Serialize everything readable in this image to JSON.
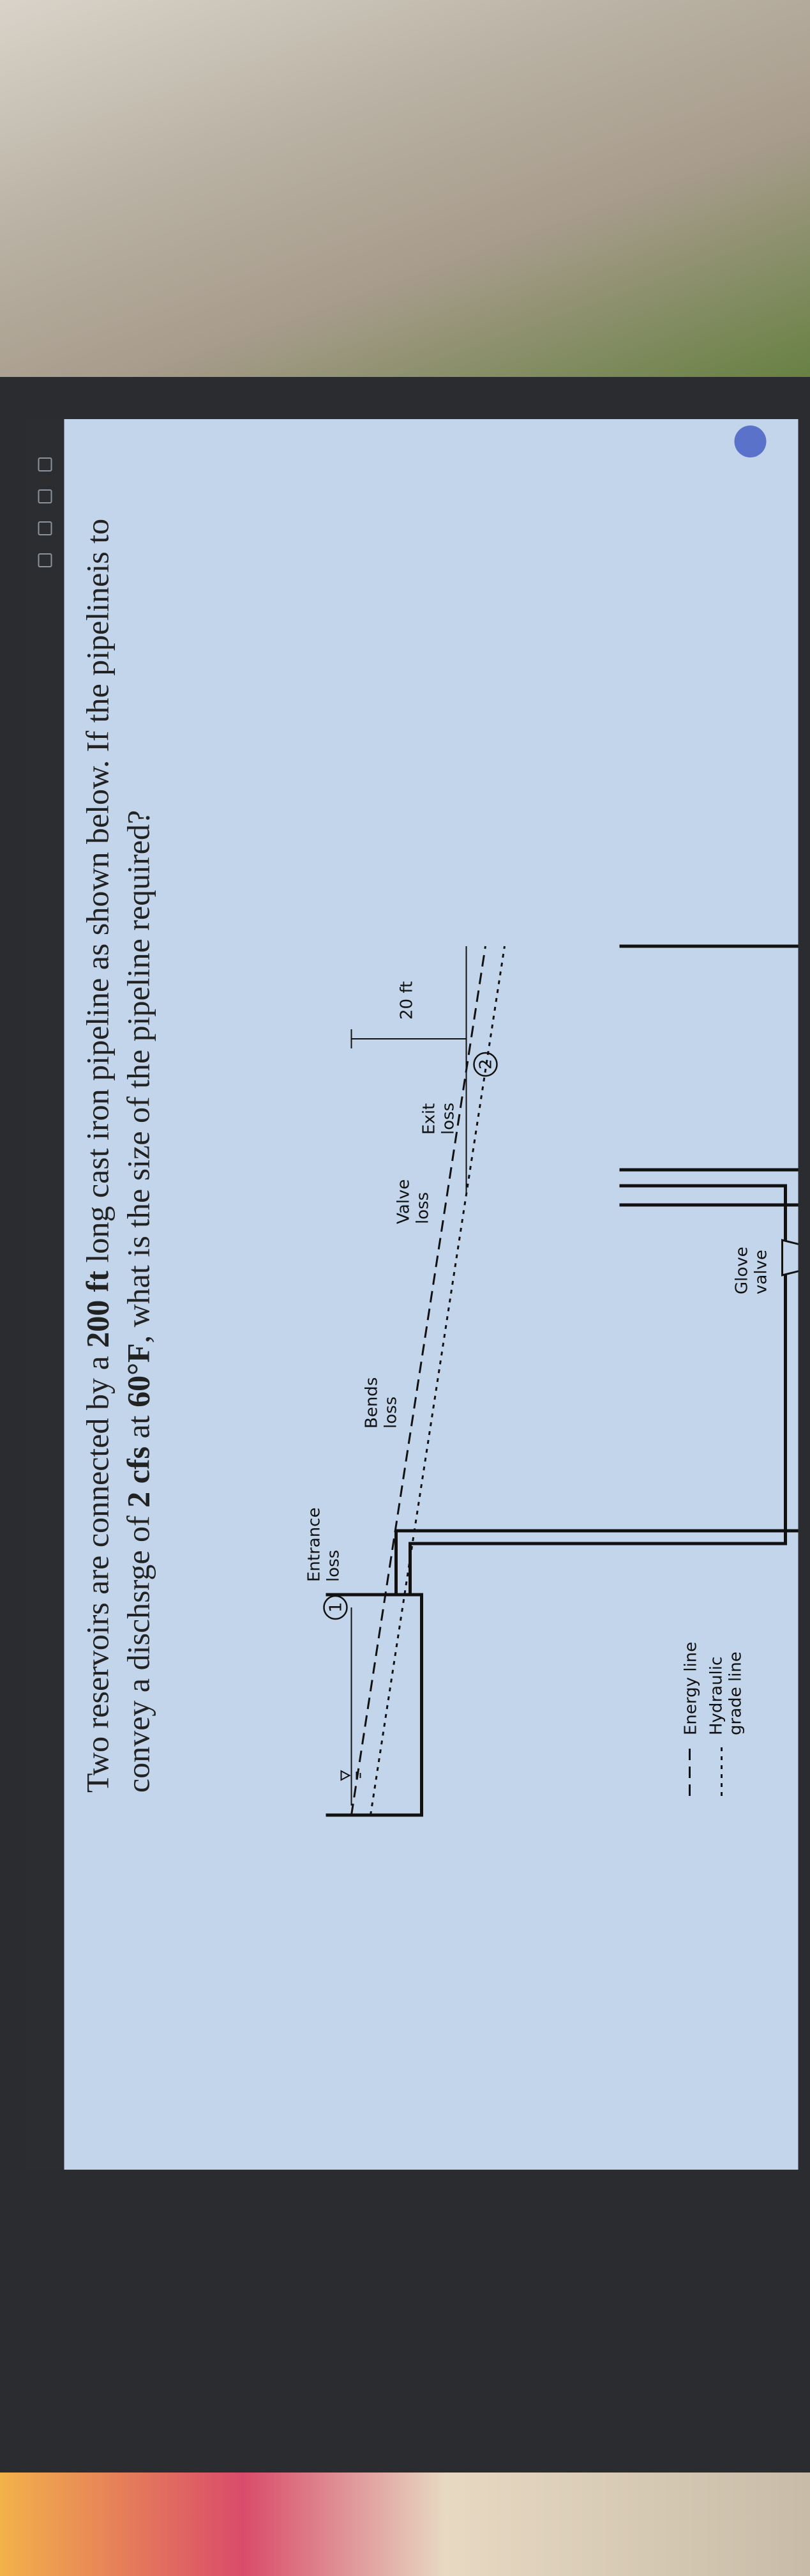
{
  "question": {
    "intro": "Two reservoirs are connected by a ",
    "length": "200 ft",
    "mid1": " long cast iron pipeline as shown below. If the pipelineis to convey a dischsrge of ",
    "discharge": "2 cfs",
    "mid2": " at ",
    "temperature": "60°F",
    "end": ", what is the size of the pipeline required?"
  },
  "figure": {
    "label_1": "1",
    "label_2": "2",
    "entrance_loss": [
      "Entrance",
      "loss"
    ],
    "bends_loss": [
      "Bends",
      "loss"
    ],
    "valve_loss": [
      "Valve",
      "loss"
    ],
    "exit_loss": [
      "Exit",
      "loss"
    ],
    "glove_valve": [
      "Glove",
      "valve"
    ],
    "height": "20 ft",
    "legend_energy": "Energy line",
    "legend_hydraulic": [
      "Hydraulic",
      "grade line"
    ]
  },
  "icons": [
    "window-icon",
    "layout-icon",
    "copy-icon",
    "settings-icon",
    "assistant-icon"
  ]
}
